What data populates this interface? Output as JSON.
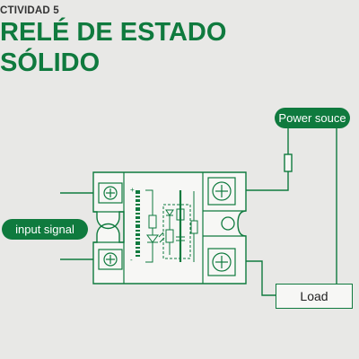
{
  "header": {
    "activity_label": "CTIVIDAD 5",
    "title_line1": "RELÉ DE ESTADO",
    "title_line2": "SÓLIDO"
  },
  "diagram": {
    "power_source_label": "Power souce",
    "input_signal_label": "input signal",
    "load_label": "Load",
    "terminal_markings": [
      "+",
      "-"
    ]
  },
  "colors": {
    "accent": "#0f7a3e",
    "background": "#e8e8e6",
    "wire": "#0f7a3e",
    "relay_body": "#f7f7f5"
  }
}
